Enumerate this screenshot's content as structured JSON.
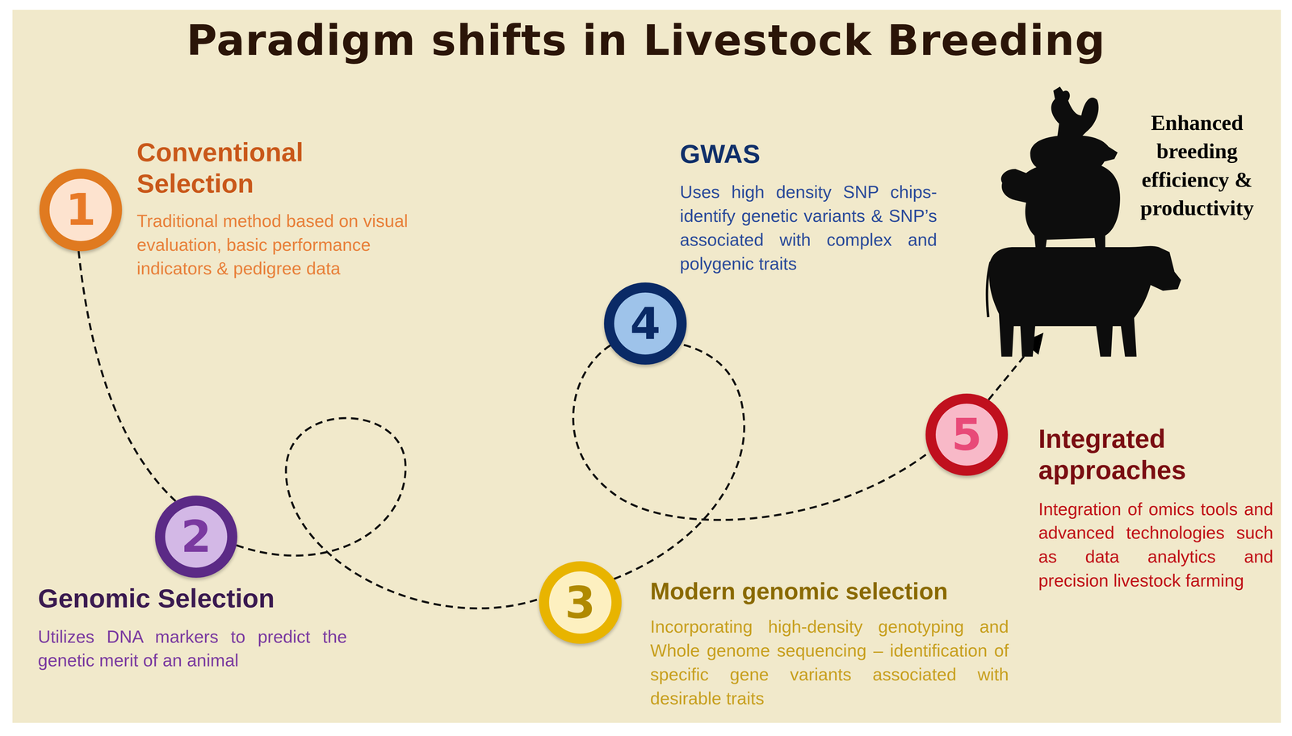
{
  "diagram": {
    "title": "Paradigm shifts in Livestock Breeding",
    "nodes": [
      {
        "text": [
          "1",
          "Conventional Selection",
          "Traditional method based on visual evaluation, basic performance indicators & pedigree data"
        ]
      },
      {
        "text": [
          "2",
          "Genomic Selection",
          "Utilizes DNA markers to predict the genetic merit of an animal"
        ]
      },
      {
        "text": [
          "3",
          "Modern genomic selection",
          "Incorporating high-density genotyping and Whole genome sequencing – identification of specific gene variants associated with desirable traits"
        ]
      },
      {
        "text": [
          "4",
          "GWAS",
          "Uses high density SNP chips- identify genetic variants & SNP’s associated with complex and polygenic traits"
        ]
      },
      {
        "text": [
          "5",
          "Integrated approaches",
          "Integration of omics tools and advanced technologies such as data analytics and precision livestock farming"
        ]
      },
      {
        "text": [
          "Enhanced breeding efficiency & productivity"
        ]
      }
    ],
    "edges": [
      {
        "from": 0,
        "to": 1,
        "arrow": "none"
      },
      {
        "from": 1,
        "to": 2,
        "arrow": "none"
      },
      {
        "from": 2,
        "to": 3,
        "arrow": "none"
      },
      {
        "from": 3,
        "to": 4,
        "arrow": "none"
      },
      {
        "from": 4,
        "to": 5,
        "arrow": "to"
      }
    ]
  }
}
